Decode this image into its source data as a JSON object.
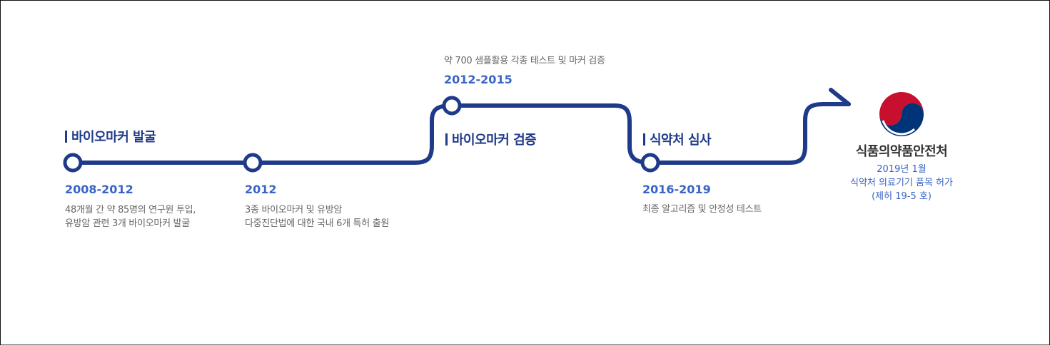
{
  "colors": {
    "line": "#1f3a8a",
    "heading": "#1f3a8a",
    "date": "#3a64c6",
    "description": "#666666",
    "emblem_red": "#c8102e",
    "emblem_blue": "#003478"
  },
  "milestones": [
    {
      "heading": "바이오마커 발굴",
      "date": "2008-2012",
      "desc_line1": "48개월 간 약 85명의 연구원 투입,",
      "desc_line2": "유방암 관련 3개 바이오마커 발굴"
    },
    {
      "date": "2012",
      "desc_line1": "3종 바이오마커 및 유방암",
      "desc_line2": "다중진단법에 대한 국내 6개 특허 출원"
    },
    {
      "top_note": "약 700 샘플활용 각종 테스트 및 마커 검증",
      "date": "2012-2015",
      "heading": "바이오마커 검증"
    },
    {
      "heading": "식약처 심사",
      "date": "2016-2019",
      "desc_line1": "최종 알고리즘 및 안정성 테스트"
    }
  ],
  "destination": {
    "emblem_icon": "government-emblem-icon",
    "name": "식품의약품안전처",
    "approval_line1": "2019년 1월",
    "approval_line2": "식약처 의료기기 품목 허가",
    "approval_line3": "(제허 19-5 호)"
  }
}
